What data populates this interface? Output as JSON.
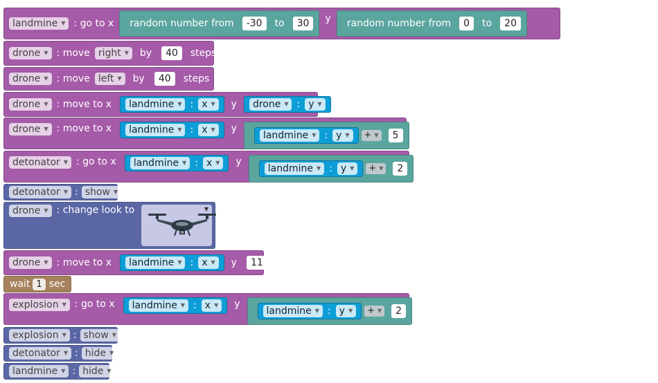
{
  "blocks": [
    {
      "sprite": "landmine",
      "cmd": ": go to x",
      "rand1_label": "random number from",
      "rand1_from": "-30",
      "rand1_to_lbl": "to",
      "rand1_to": "30",
      "y_lbl": "y",
      "rand2_label": "random number from",
      "rand2_from": "0",
      "rand2_to_lbl": "to",
      "rand2_to": "20"
    },
    {
      "sprite": "drone",
      "cmd": ": move",
      "dir": "right",
      "by": "by",
      "steps": "40",
      "unit": "steps"
    },
    {
      "sprite": "drone",
      "cmd": ": move",
      "dir": "left",
      "by": "by",
      "steps": "40",
      "unit": "steps"
    },
    {
      "sprite": "drone",
      "cmd": ": move to x",
      "x_sprite": "landmine",
      "x_prop": "x",
      "y_lbl": "y",
      "y_sprite": "drone",
      "y_prop": "y"
    },
    {
      "sprite": "drone",
      "cmd": ": move to x",
      "x_sprite": "landmine",
      "x_prop": "x",
      "y_lbl": "y",
      "y_sprite": "landmine",
      "y_prop": "y",
      "op": "+",
      "val": "5"
    },
    {
      "sprite": "detonator",
      "cmd": ": go to x",
      "x_sprite": "landmine",
      "x_prop": "x",
      "y_lbl": "y",
      "y_sprite": "landmine",
      "y_prop": "y",
      "op": "+",
      "val": "2"
    },
    {
      "sprite": "detonator",
      "cmd": ":",
      "action": "show"
    },
    {
      "sprite": "drone",
      "cmd": ": change look to",
      "image": "drone-icon"
    },
    {
      "sprite": "drone",
      "cmd": ": move to x",
      "x_sprite": "landmine",
      "x_prop": "x",
      "y_lbl": "y",
      "y_val": "11"
    },
    {
      "wait": "wait",
      "secs": "1",
      "unit": "sec"
    },
    {
      "sprite": "explosion",
      "cmd": ": go to x",
      "x_sprite": "landmine",
      "x_prop": "x",
      "y_lbl": "y",
      "y_sprite": "landmine",
      "y_prop": "y",
      "op": "+",
      "val": "2"
    },
    {
      "sprite": "explosion",
      "cmd": ":",
      "action": "show"
    },
    {
      "sprite": "detonator",
      "cmd": ":",
      "action": "hide"
    },
    {
      "sprite": "landmine",
      "cmd": ":",
      "action": "hide"
    }
  ],
  "colors": {
    "motion": "#a55ba8",
    "looks": "#5b67a5",
    "control": "#a5825b",
    "math": "#5ba59f",
    "sensing": "#0e9ed7"
  }
}
